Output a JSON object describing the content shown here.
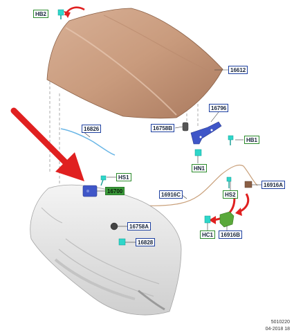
{
  "colors": {
    "callout_border": "#1c3fa0",
    "green_border": "#2a8a2a",
    "green_fill": "#3a9a3a",
    "hood": "#c99b7d",
    "bumper": "#e6e6e6",
    "arrow_red": "#e02020",
    "hinge_blue": "#3f56c8",
    "clip_cyan": "#2fd6c9",
    "sensor_green": "#5aa83a",
    "wire_tan": "#c9a07a"
  },
  "labels": {
    "hb2": "HB2",
    "hood": "16612",
    "hinge": "16796",
    "buffer": "16758B",
    "hb1": "HB1",
    "hn1": "HN1",
    "cable": "16826",
    "hs1": "HS1",
    "latch": "16700",
    "harness": "16916C",
    "hs2": "HS2",
    "harness_a": "16916A",
    "buffer_a": "16758A",
    "clip": "16828",
    "hc1": "HC1",
    "harness_b": "16916B"
  },
  "footer": {
    "code": "5010220",
    "date": "04-2018 18"
  }
}
